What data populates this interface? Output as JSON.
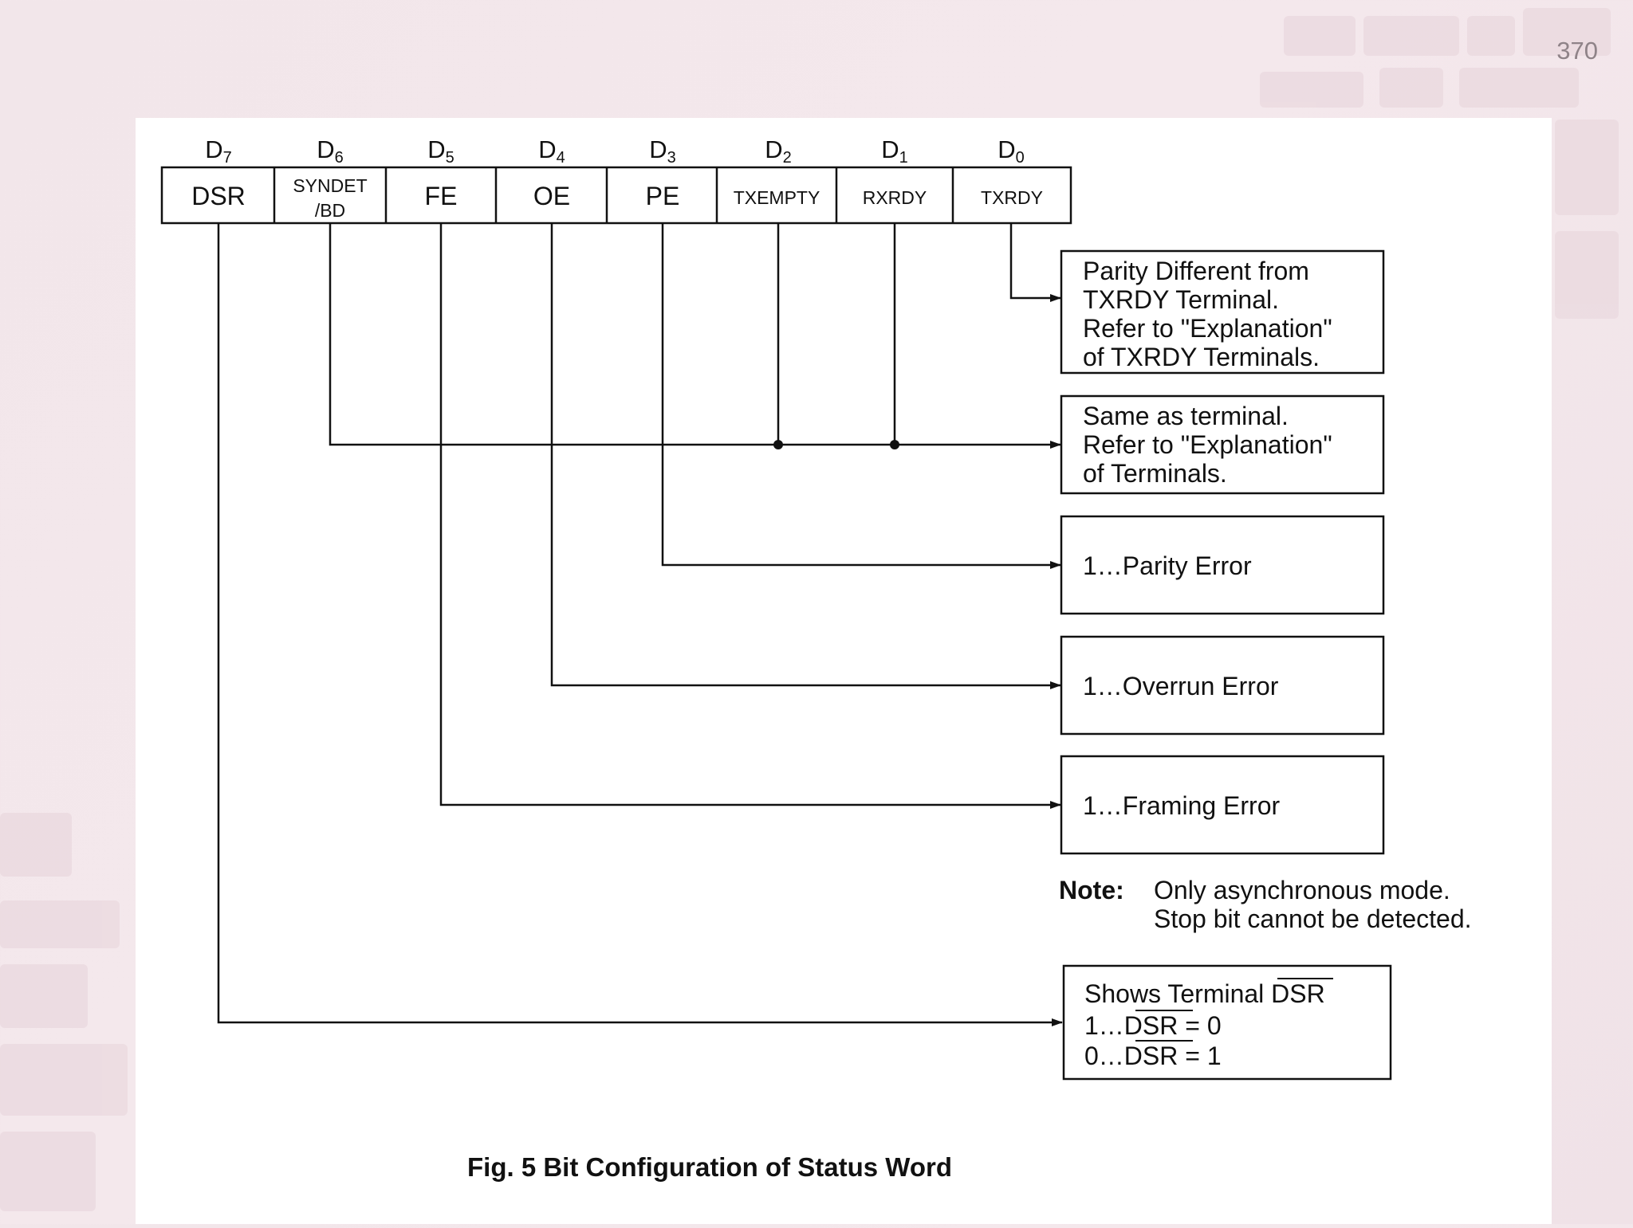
{
  "page_number": "370",
  "bits": [
    {
      "letter": "D",
      "sub": "7",
      "name": "DSR"
    },
    {
      "letter": "D",
      "sub": "6",
      "name": "SYNDET",
      "name2": "/BD"
    },
    {
      "letter": "D",
      "sub": "5",
      "name": "FE"
    },
    {
      "letter": "D",
      "sub": "4",
      "name": "OE"
    },
    {
      "letter": "D",
      "sub": "3",
      "name": "PE"
    },
    {
      "letter": "D",
      "sub": "2",
      "name": "TXEMPTY"
    },
    {
      "letter": "D",
      "sub": "1",
      "name": "RXRDY"
    },
    {
      "letter": "D",
      "sub": "0",
      "name": "TXRDY"
    }
  ],
  "descriptions": {
    "txrdy": [
      "Parity Different from",
      "TXRDY Terminal.",
      "Refer to \"Explanation\"",
      "of TXRDY Terminals."
    ],
    "terminal": [
      "Same as terminal.",
      "Refer to \"Explanation\"",
      "of Terminals."
    ],
    "parity": "1…Parity Error",
    "overrun": "1…Overrun Error",
    "framing": "1…Framing Error",
    "dsr": {
      "line1_prefix": "Shows Terminal ",
      "line2_prefix": "1…",
      "line2_suffix": " = 0",
      "line3_prefix": "0…",
      "line3_suffix": " = 1",
      "signal": "DSR"
    }
  },
  "note": {
    "label": "Note:",
    "lines": [
      "Only asynchronous mode.",
      "Stop bit cannot be detected."
    ]
  },
  "caption": "Fig. 5  Bit Configuration of Status Word"
}
